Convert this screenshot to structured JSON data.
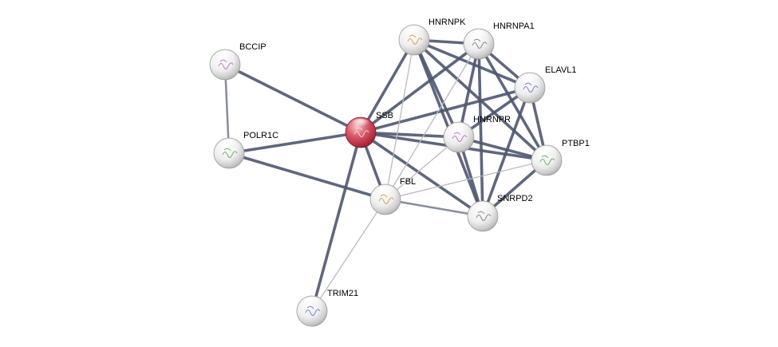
{
  "network": {
    "query_protein": "SSB",
    "colors": {
      "query_node": "#c0394a",
      "partner_node": "#e6e6e6",
      "edge_strong": "#4e5670",
      "edge_weak": "#b8bac4",
      "background": "#ffffff"
    },
    "nodes": [
      {
        "id": "SSB",
        "label": "SSB",
        "role": "query"
      },
      {
        "id": "BCCIP",
        "label": "BCCIP",
        "role": "partner"
      },
      {
        "id": "POLR1C",
        "label": "POLR1C",
        "role": "partner"
      },
      {
        "id": "HNRNPK",
        "label": "HNRNPK",
        "role": "partner"
      },
      {
        "id": "HNRNPA1",
        "label": "HNRNPA1",
        "role": "partner"
      },
      {
        "id": "ELAVL1",
        "label": "ELAVL1",
        "role": "partner"
      },
      {
        "id": "HNRNPR",
        "label": "HNRNPR",
        "role": "partner"
      },
      {
        "id": "PTBP1",
        "label": "PTBP1",
        "role": "partner"
      },
      {
        "id": "FBL",
        "label": "FBL",
        "role": "partner"
      },
      {
        "id": "SNRPD2",
        "label": "SNRPD2",
        "role": "partner"
      },
      {
        "id": "TRIM21",
        "label": "TRIM21",
        "role": "partner"
      }
    ],
    "edges": [
      {
        "source": "BCCIP",
        "target": "SSB",
        "strength": "strong"
      },
      {
        "source": "BCCIP",
        "target": "POLR1C",
        "strength": "medium"
      },
      {
        "source": "POLR1C",
        "target": "SSB",
        "strength": "strong"
      },
      {
        "source": "POLR1C",
        "target": "FBL",
        "strength": "strong"
      },
      {
        "source": "SSB",
        "target": "HNRNPK",
        "strength": "strong"
      },
      {
        "source": "SSB",
        "target": "HNRNPA1",
        "strength": "strong"
      },
      {
        "source": "SSB",
        "target": "ELAVL1",
        "strength": "strong"
      },
      {
        "source": "SSB",
        "target": "HNRNPR",
        "strength": "strong"
      },
      {
        "source": "SSB",
        "target": "PTBP1",
        "strength": "strong"
      },
      {
        "source": "SSB",
        "target": "FBL",
        "strength": "strong"
      },
      {
        "source": "SSB",
        "target": "SNRPD2",
        "strength": "strong"
      },
      {
        "source": "SSB",
        "target": "TRIM21",
        "strength": "strong"
      },
      {
        "source": "HNRNPK",
        "target": "HNRNPA1",
        "strength": "strong"
      },
      {
        "source": "HNRNPK",
        "target": "ELAVL1",
        "strength": "strong"
      },
      {
        "source": "HNRNPK",
        "target": "HNRNPR",
        "strength": "strong"
      },
      {
        "source": "HNRNPK",
        "target": "PTBP1",
        "strength": "strong"
      },
      {
        "source": "HNRNPK",
        "target": "SNRPD2",
        "strength": "strong"
      },
      {
        "source": "HNRNPK",
        "target": "FBL",
        "strength": "weak"
      },
      {
        "source": "HNRNPA1",
        "target": "ELAVL1",
        "strength": "strong"
      },
      {
        "source": "HNRNPA1",
        "target": "HNRNPR",
        "strength": "strong"
      },
      {
        "source": "HNRNPA1",
        "target": "PTBP1",
        "strength": "strong"
      },
      {
        "source": "HNRNPA1",
        "target": "SNRPD2",
        "strength": "strong"
      },
      {
        "source": "HNRNPA1",
        "target": "FBL",
        "strength": "weak"
      },
      {
        "source": "ELAVL1",
        "target": "HNRNPR",
        "strength": "strong"
      },
      {
        "source": "ELAVL1",
        "target": "PTBP1",
        "strength": "strong"
      },
      {
        "source": "ELAVL1",
        "target": "SNRPD2",
        "strength": "strong"
      },
      {
        "source": "HNRNPR",
        "target": "PTBP1",
        "strength": "strong"
      },
      {
        "source": "HNRNPR",
        "target": "SNRPD2",
        "strength": "strong"
      },
      {
        "source": "HNRNPR",
        "target": "FBL",
        "strength": "weak"
      },
      {
        "source": "PTBP1",
        "target": "SNRPD2",
        "strength": "strong"
      },
      {
        "source": "PTBP1",
        "target": "FBL",
        "strength": "weak"
      },
      {
        "source": "FBL",
        "target": "SNRPD2",
        "strength": "medium"
      },
      {
        "source": "FBL",
        "target": "TRIM21",
        "strength": "weak"
      }
    ]
  }
}
